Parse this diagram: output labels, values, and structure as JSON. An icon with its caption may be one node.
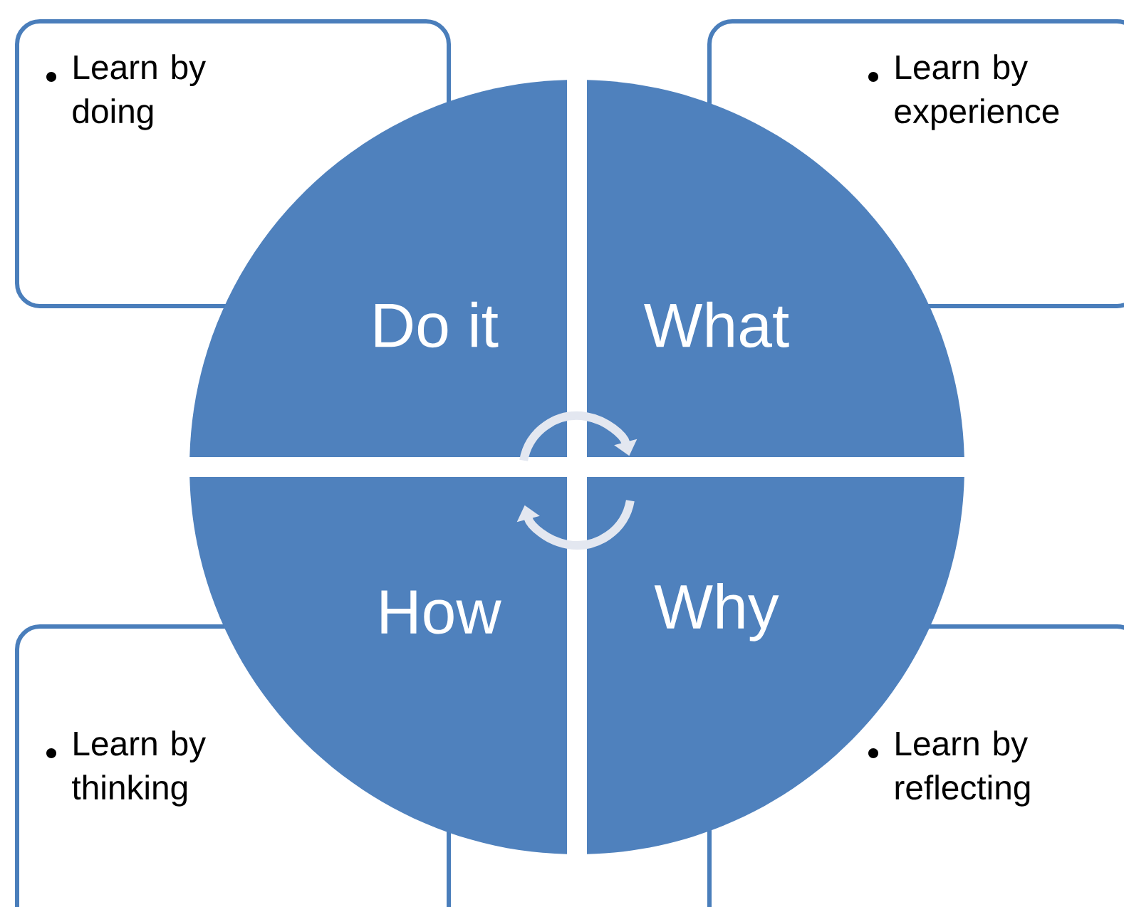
{
  "diagram": {
    "nodes": [
      {
        "text": [
          "Learn by doing"
        ]
      },
      {
        "text": [
          "Learn by experience"
        ]
      },
      {
        "text": [
          "Do it"
        ]
      },
      {
        "text": [
          "What"
        ]
      },
      {
        "text": [
          "How"
        ]
      },
      {
        "text": [
          "Why"
        ]
      },
      {
        "text": [
          "Learn by thinking"
        ]
      },
      {
        "text": [
          "Learn by reflecting"
        ]
      }
    ],
    "edges": [
      {
        "from": 2,
        "to": 3,
        "arrow": "to"
      },
      {
        "from": 5,
        "to": 4,
        "arrow": "to"
      }
    ]
  }
}
